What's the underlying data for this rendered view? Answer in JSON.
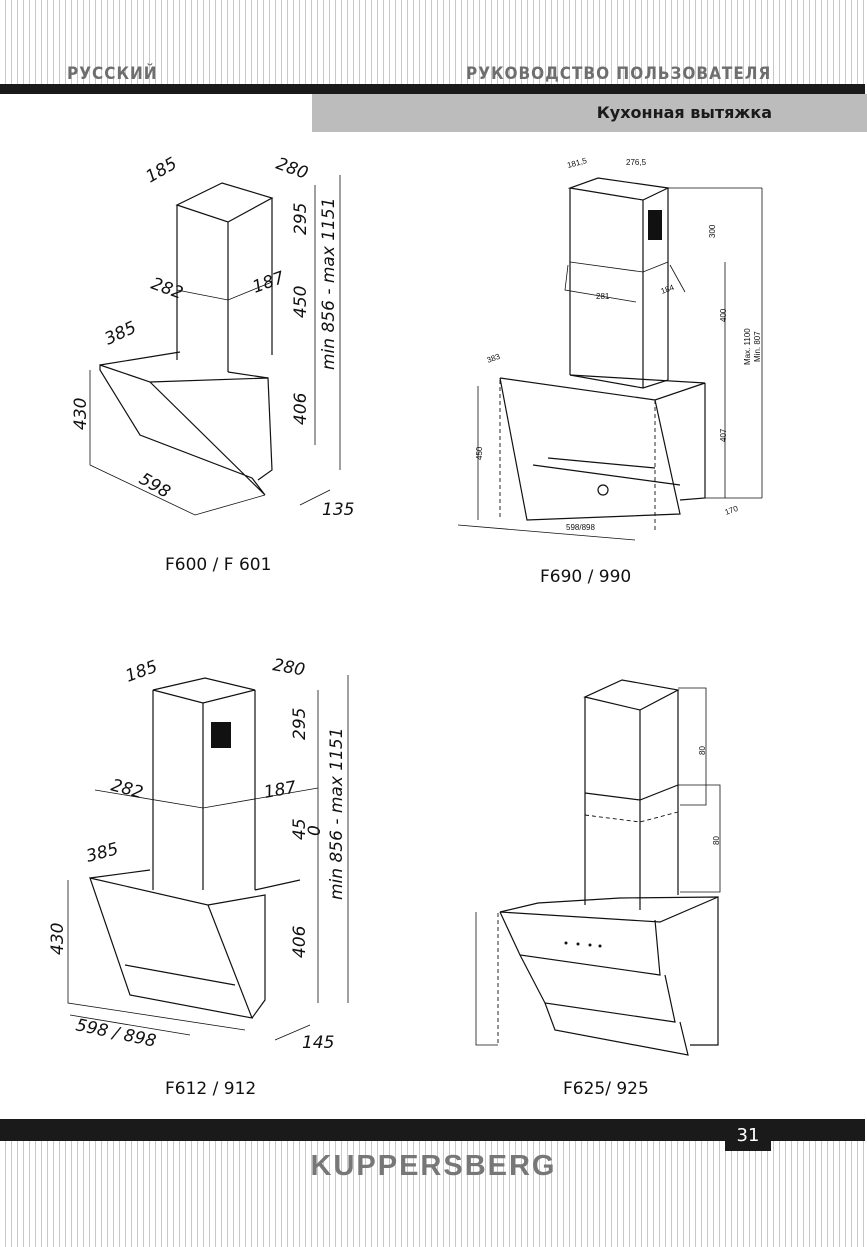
{
  "header": {
    "language": "РУССКИЙ",
    "manual": "РУКОВОДСТВО ПОЛЬЗОВАТЕЛЯ",
    "section": "Кухонная вытяжка"
  },
  "models": [
    {
      "caption": "F600 / F 601",
      "dims": {
        "top_depth": "185",
        "top_width": "280",
        "upper_height": "295",
        "lower_width": "282",
        "lower_depth": "187",
        "middle_height": "450",
        "range": "min 856 - max 1151",
        "hood_depth": "385",
        "front_height": "430",
        "body_height": "406",
        "width": "598",
        "bottom_depth": "135"
      }
    },
    {
      "caption": "F690 / 990",
      "dims": {
        "top_depth": "181,5",
        "top_width": "276,5",
        "upper_height": "300",
        "mid_width": "281",
        "mid_depth": "184",
        "middle_height": "400",
        "max": "Max. 1100",
        "min": "Min. 807",
        "hood_depth": "383",
        "front_height": "450",
        "body_height": "407",
        "width": "598/898",
        "bottom_depth": "170"
      }
    },
    {
      "caption": "F612 / 912",
      "dims": {
        "top_depth": "185",
        "top_width": "280",
        "upper_height": "295",
        "lower_width": "282",
        "lower_depth": "187",
        "middle_height_a": "45",
        "middle_height_b": "0",
        "range": "min 856 - max 1151",
        "hood_depth": "385",
        "front_height": "430",
        "body_height": "406",
        "width": "598 / 898",
        "bottom_depth": "145"
      }
    },
    {
      "caption": "F625/ 925",
      "dims": {
        "upper_height": "80",
        "middle_height": "80"
      }
    }
  ],
  "footer": {
    "page_number": "31",
    "brand": "KUPPERSBERG"
  }
}
